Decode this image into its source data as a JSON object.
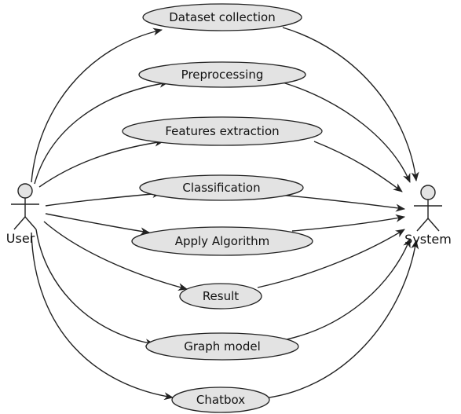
{
  "diagram": {
    "type": "use-case",
    "actors": [
      {
        "id": "user",
        "label": "User"
      },
      {
        "id": "system",
        "label": "System"
      }
    ],
    "use_cases": [
      {
        "id": "dataset-collection",
        "label": "Dataset collection"
      },
      {
        "id": "preprocessing",
        "label": "Preprocessing"
      },
      {
        "id": "features-extraction",
        "label": "Features extraction"
      },
      {
        "id": "classification",
        "label": "Classification"
      },
      {
        "id": "apply-algorithm",
        "label": "Apply Algorithm"
      },
      {
        "id": "result",
        "label": "Result"
      },
      {
        "id": "graph-model",
        "label": "Graph model"
      },
      {
        "id": "chatbox",
        "label": "Chatbox"
      }
    ],
    "relations": [
      {
        "from": "user",
        "to": "dataset-collection"
      },
      {
        "from": "user",
        "to": "preprocessing"
      },
      {
        "from": "user",
        "to": "features-extraction"
      },
      {
        "from": "user",
        "to": "classification"
      },
      {
        "from": "user",
        "to": "apply-algorithm"
      },
      {
        "from": "user",
        "to": "result"
      },
      {
        "from": "user",
        "to": "graph-model"
      },
      {
        "from": "user",
        "to": "chatbox"
      },
      {
        "from": "dataset-collection",
        "to": "system"
      },
      {
        "from": "preprocessing",
        "to": "system"
      },
      {
        "from": "features-extraction",
        "to": "system"
      },
      {
        "from": "classification",
        "to": "system"
      },
      {
        "from": "apply-algorithm",
        "to": "system"
      },
      {
        "from": "result",
        "to": "system"
      },
      {
        "from": "graph-model",
        "to": "system"
      },
      {
        "from": "chatbox",
        "to": "system"
      }
    ],
    "colors": {
      "use_case_fill": "#e3e3e3",
      "stroke": "#222222",
      "text": "#111111",
      "background": "#ffffff"
    }
  }
}
